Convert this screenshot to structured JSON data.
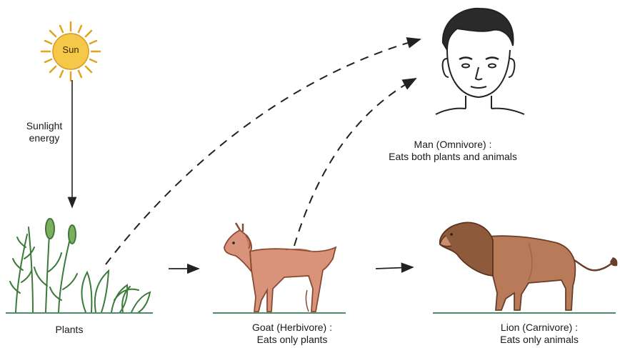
{
  "sun": {
    "label": "Sun"
  },
  "sunlight": {
    "line1": "Sunlight",
    "line2": "energy"
  },
  "plants": {
    "label": "Plants"
  },
  "goat": {
    "line1": "Goat (Herbivore) :",
    "line2": "Eats only plants"
  },
  "man": {
    "line1": "Man (Omnivore) :",
    "line2": "Eats both plants and animals"
  },
  "lion": {
    "line1": "Lion (Carnivore) :",
    "line2": "Eats only animals"
  },
  "colors": {
    "sun": "#f6c84a",
    "animal": "#c9775a",
    "lion": "#a86a48",
    "plant": "#3c7a3a",
    "ground": "#4a8f6a"
  }
}
